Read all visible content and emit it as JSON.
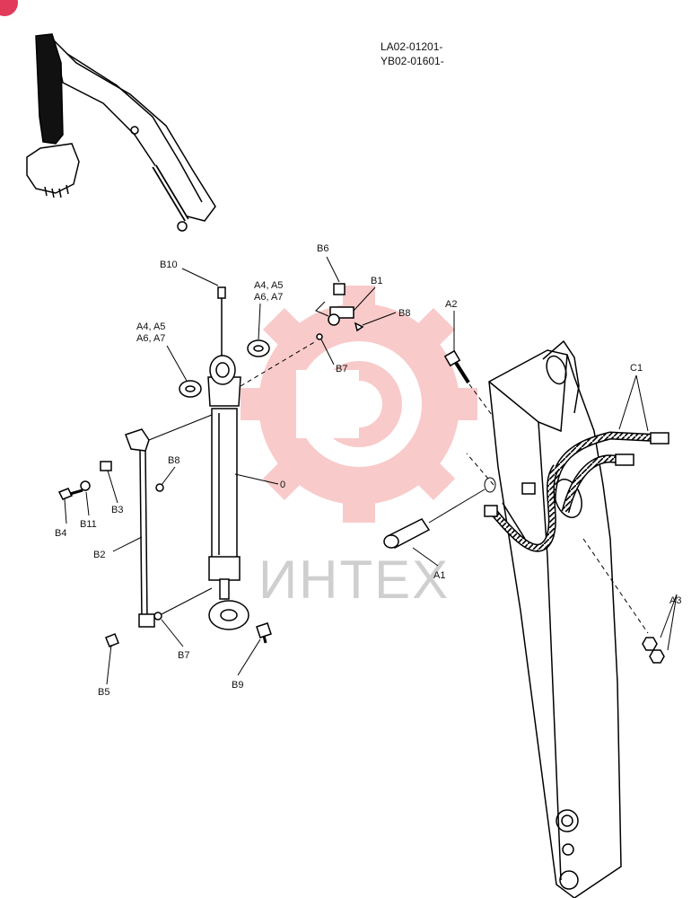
{
  "serials": [
    "LA02-01201-",
    "YB02-01601-"
  ],
  "watermark": {
    "text": "ИНТЕХ",
    "color": "#f06a6a"
  },
  "labels": {
    "b10": "B10",
    "b6": "B6",
    "b1": "B1",
    "b8_top": "B8",
    "b7_top": "B7",
    "a4_top_1": "A4, A5",
    "a4_top_2": "A6, A7",
    "a4_left_1": "A4, A5",
    "a4_left_2": "A6, A7",
    "a2": "A2",
    "c1": "C1",
    "b8_left": "B8",
    "zero": "0",
    "b4": "B4",
    "b11": "B11",
    "b3": "B3",
    "b2": "B2",
    "a1": "A1",
    "a3": "A3",
    "b7_bot": "B7",
    "b5": "B5",
    "b9": "B9"
  }
}
